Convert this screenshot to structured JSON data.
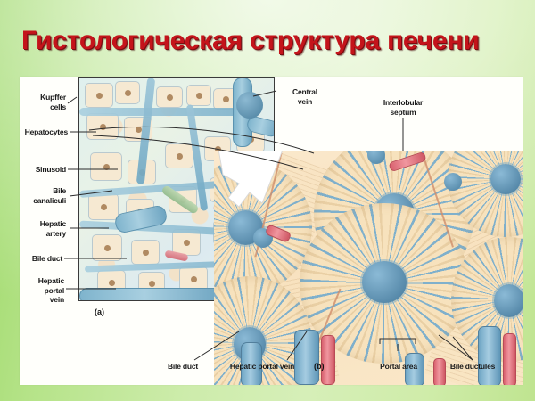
{
  "slide": {
    "title": "Гистологическая структура печени",
    "title_color": "#c4141b",
    "background_colors": [
      "#9ed96a",
      "#cdecab",
      "#d6efb8",
      "#bfe490"
    ]
  },
  "figure": {
    "panel_a_tag": "(a)",
    "panel_b_tag": "(b)",
    "left_labels": [
      {
        "id": "kupffer-cells",
        "text": "Kupffer\ncells"
      },
      {
        "id": "hepatocytes",
        "text": "Hepatocytes"
      },
      {
        "id": "sinusoid",
        "text": "Sinusoid"
      },
      {
        "id": "bile-canaliculi",
        "text": "Bile\ncanaliculi"
      },
      {
        "id": "hepatic-artery",
        "text": "Hepatic\nartery"
      },
      {
        "id": "bile-duct-left",
        "text": "Bile duct"
      },
      {
        "id": "hepatic-portal-vein-left",
        "text": "Hepatic\nportal\nvein"
      }
    ],
    "left_labels_flat": {
      "kupffer_cells_line1": "Kupffer",
      "kupffer_cells_line2": "cells",
      "hepatocytes": "Hepatocytes",
      "sinusoid": "Sinusoid",
      "bile_canaliculi_line1": "Bile",
      "bile_canaliculi_line2": "canaliculi",
      "hepatic_artery_line1": "Hepatic",
      "hepatic_artery_line2": "artery",
      "bile_duct": "Bile duct",
      "hepatic_portal_vein_line1": "Hepatic",
      "hepatic_portal_vein_line2": "portal",
      "hepatic_portal_vein_line3": "vein"
    },
    "top_labels": {
      "central_vein_line1": "Central",
      "central_vein_line2": "vein",
      "interlobular_septum_line1": "Interlobular",
      "interlobular_septum_line2": "septum"
    },
    "bottom_labels": {
      "bile_duct": "Bile duct",
      "hepatic_portal_vein": "Hepatic portal vein",
      "portal_area": "Portal area",
      "bile_ductules": "Bile ductules"
    }
  }
}
